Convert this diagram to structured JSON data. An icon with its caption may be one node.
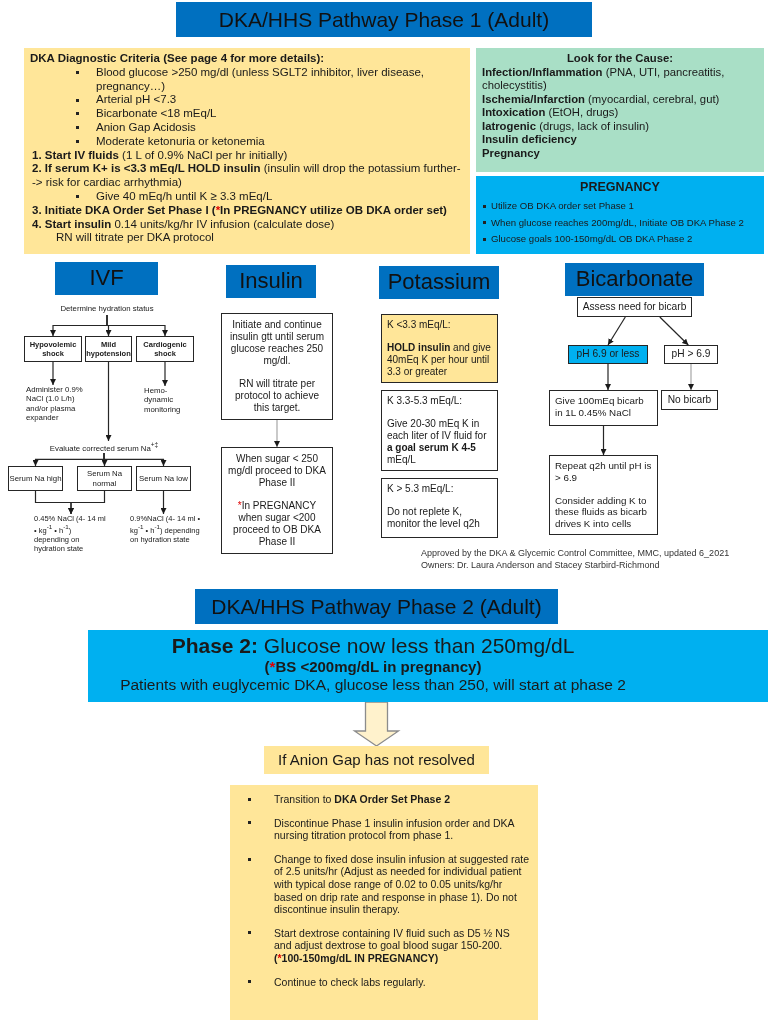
{
  "diagram": {
    "nodes": [
      {
        "text": [
          "DKA/HHS Pathway Phase 1 (Adult)"
        ]
      },
      {
        "text": [
          "DKA Diagnostic Criteria (See page 4 for more details):",
          "Blood glucose >250 mg/dl (unless SGLT2 inhibitor, liver disease, pregnancy…)",
          "Arterial pH <7.3",
          "Bicarbonate <18 mEq/L",
          "Anion Gap Acidosis",
          "Moderate ketonuria or ketonemia",
          "**1. Start IV fluids** (1 L of 0.9% NaCl per hr initially)",
          "**2. If serum K+ is <3.3 mEq/L HOLD insulin** (insulin will drop the potassium further--> risk for cardiac arrhythmia)",
          "Give 40 mEq/h until K ≥ 3.3 mEq/L",
          "3. Initiate DKA Order Set Phase I (*In PREGNANCY utilize OB DKA order set)",
          "**4. Start insulin** 0.14 units/kg/hr IV infusion (calculate dose)",
          "RN will titrate per DKA protocol"
        ]
      },
      {
        "text": [
          "Look for the Cause:",
          "**Infection/Inflammation** (PNA, UTI, pancreatitis, cholecystitis)",
          "**Ischemia/Infarction** (myocardial, cerebral, gut)",
          "**Intoxication** (EtOH, drugs)",
          "**Iatrogenic** (drugs, lack of insulin)",
          "Insulin deficiency",
          "Pregnancy"
        ]
      },
      {
        "text": [
          "PREGNANCY",
          "Utilize OB DKA order set Phase 1",
          "When glucose reaches 200mg/dL, Initiate OB DKA Phase 2",
          "Glucose goals 100-150mg/dL OB DKA Phase 2"
        ]
      },
      {
        "text": [
          "IVF"
        ]
      },
      {
        "text": [
          "Insulin"
        ]
      },
      {
        "text": [
          "Potassium"
        ]
      },
      {
        "text": [
          "Bicarbonate"
        ]
      },
      {
        "text": [
          "Determine hydration status"
        ]
      },
      {
        "text": [
          "Hypovolemic shock"
        ]
      },
      {
        "text": [
          "Mild hypotension"
        ]
      },
      {
        "text": [
          "Cardiogenic shock"
        ]
      },
      {
        "text": [
          "Administer 0.9% NaCl (1.0 L/h) and/or plasma expander"
        ]
      },
      {
        "text": [
          "Hemo- dynamic monitoring"
        ]
      },
      {
        "text": [
          "Evaluate corrected serum Na$^{+‡}$"
        ]
      },
      {
        "text": [
          "Serum Na high"
        ]
      },
      {
        "text": [
          "Serum Na normal"
        ]
      },
      {
        "text": [
          "Serum Na low"
        ]
      },
      {
        "text": [
          "0.45% NaCl (4- 14 ml • kg$^{-1}$ • h$^{-1}$) depending on hydration state"
        ]
      },
      {
        "text": [
          "0.9%NaCl (4- 14 ml • kg$^{-1}$ • h$^{-1}$) depending on hydration state"
        ]
      },
      {
        "text": [
          "Initiate and continue insulin gtt until serum glucose reaches 250 mg/dl.",
          "RN will titrate per protocol to achieve this target."
        ]
      },
      {
        "text": [
          "When sugar < 250 mg/dl proceed to DKA Phase II",
          "*In PREGNANCY when sugar <200 proceed to OB DKA Phase II"
        ]
      },
      {
        "text": [
          "K <3.3 mEq/L:",
          "**HOLD insulin** and give 40mEq K per hour until 3.3 or greater"
        ]
      },
      {
        "text": [
          "K 3.3-5.3 mEq/L:",
          "Give 20-30 mEq K in each liter of IV fluid for **a goal serum K 4-5** mEq/L"
        ]
      },
      {
        "text": [
          "K > 5.3 mEq/L:",
          "Do not replete K, monitor the level q2h"
        ]
      },
      {
        "text": [
          "Assess need for bicarb"
        ]
      },
      {
        "text": [
          "pH 6.9 or less"
        ]
      },
      {
        "text": [
          "pH > 6.9"
        ]
      },
      {
        "text": [
          "Give 100mEq bicarb in 1L 0.45% NaCl"
        ]
      },
      {
        "text": [
          "No bicarb"
        ]
      },
      {
        "text": [
          "Repeat q2h until pH is > 6.9",
          "Consider adding K to these fluids as bicarb drives K into cells"
        ]
      },
      {
        "text": [
          "DKA/HHS Pathway Phase 2 (Adult)"
        ]
      },
      {
        "text": [
          "**Phase 2:** Glucose now less than 250mg/dL",
          "(*BS <200mg/dL in pregnancy)",
          "Patients with euglycemic DKA, glucose less than 250, will start at phase 2"
        ]
      },
      {
        "text": [
          "If Anion Gap has not resolved"
        ]
      },
      {
        "text": [
          "Transition to **DKA Order Set Phase 2**",
          "Discontinue Phase 1 insulin infusion order and DKA nursing titration protocol from phase 1.",
          "Change to fixed dose insulin infusion at suggested rate of 2.5 units/hr (Adjust as needed for individual patient with typical dose range of 0.02 to 0.05 units/kg/hr based on drip rate and response in phase 1). Do not discontinue insulin therapy.",
          "Start dextrose containing IV fluid such as D5 ½ NS and adjust dextrose to goal blood sugar 150-200. **(*100-150mg/dL IN PREGNANCY)**",
          "Continue to check labs regularly."
        ]
      }
    ],
    "edges": [
      {
        "from": 8,
        "to": 9,
        "arrow": "to"
      },
      {
        "from": 8,
        "to": 10,
        "arrow": "to"
      },
      {
        "from": 8,
        "to": 11,
        "arrow": "to"
      },
      {
        "from": 9,
        "to": 12,
        "arrow": "to"
      },
      {
        "from": 11,
        "to": 13,
        "arrow": "to"
      },
      {
        "from": 10,
        "to": 14,
        "arrow": "to"
      },
      {
        "from": 14,
        "to": 15,
        "arrow": "to"
      },
      {
        "from": 14,
        "to": 16,
        "arrow": "to"
      },
      {
        "from": 14,
        "to": 17,
        "arrow": "to"
      },
      {
        "from": 15,
        "to": 18,
        "arrow": "to"
      },
      {
        "from": 16,
        "to": 18,
        "arrow": "to"
      },
      {
        "from": 17,
        "to": 19,
        "arrow": "to"
      },
      {
        "from": 20,
        "to": 21,
        "arrow": "to",
        "color": "#a6a6a6"
      },
      {
        "from": 25,
        "to": 26,
        "arrow": "to"
      },
      {
        "from": 25,
        "to": 27,
        "arrow": "to"
      },
      {
        "from": 26,
        "to": 28,
        "arrow": "to"
      },
      {
        "from": 27,
        "to": 29,
        "arrow": "to",
        "color": "#a6a6a6"
      },
      {
        "from": 28,
        "to": 30,
        "arrow": "to"
      },
      {
        "from": 32,
        "to": 33,
        "arrow": "to",
        "style": "thick",
        "color": "#fff2cc"
      }
    ],
    "labels": [
      "Approved by the DKA & Glycemic Control Committee, MMC, updated 6_2021",
      "Owners: Dr. Laura Anderson and Stacey Starbird-Richmond"
    ]
  }
}
